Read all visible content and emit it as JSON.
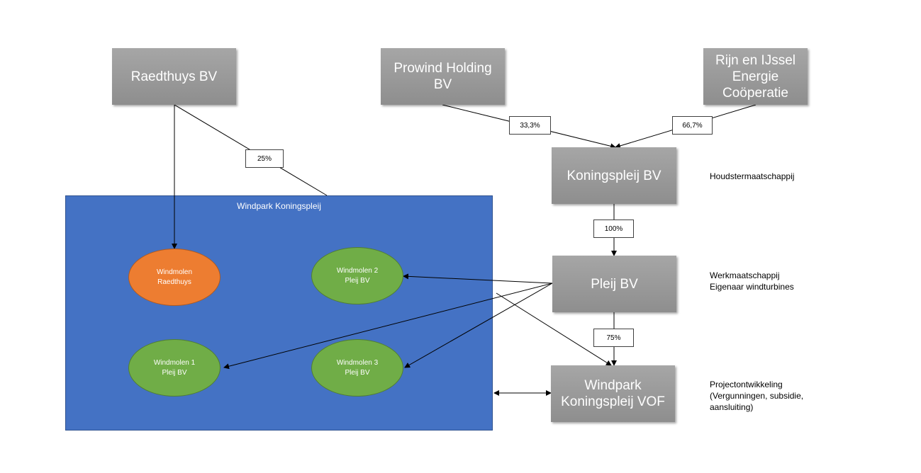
{
  "entities": {
    "raedthuys": "Raedthuys BV",
    "prowind": "Prowind Holding\nBV",
    "rijn": "Rijn en IJssel\nEnergie\nCoöperatie",
    "koningspleij": "Koningspleij BV",
    "pleij": "Pleij BV",
    "vof": "Windpark\nKoningspleij VOF"
  },
  "percentages": {
    "raedthuys_share": "25%",
    "prowind_share": "33,3%",
    "rijn_share": "66,7%",
    "koningspleij_pleij": "100%",
    "pleij_vof": "75%"
  },
  "park": {
    "title": "Windpark Koningspleij",
    "turbines": {
      "raedthuys": "Windmolen\nRaedthuys",
      "t2": "Windmolen 2\nPleij BV",
      "t1": "Windmolen 1\nPleij BV",
      "t3": "Windmolen 3\nPleij BV"
    }
  },
  "notes": {
    "holding": "Houdstermaatschappij",
    "werk": "Werkmaatschappij\nEigenaar windturbines",
    "project": "Projectontwikkeling\n(Vergunningen, subsidie,\naansluiting)"
  },
  "colors": {
    "box": "#969696",
    "park": "#4472c4",
    "turbine_green": "#70ad47",
    "turbine_orange": "#ed7d31"
  }
}
